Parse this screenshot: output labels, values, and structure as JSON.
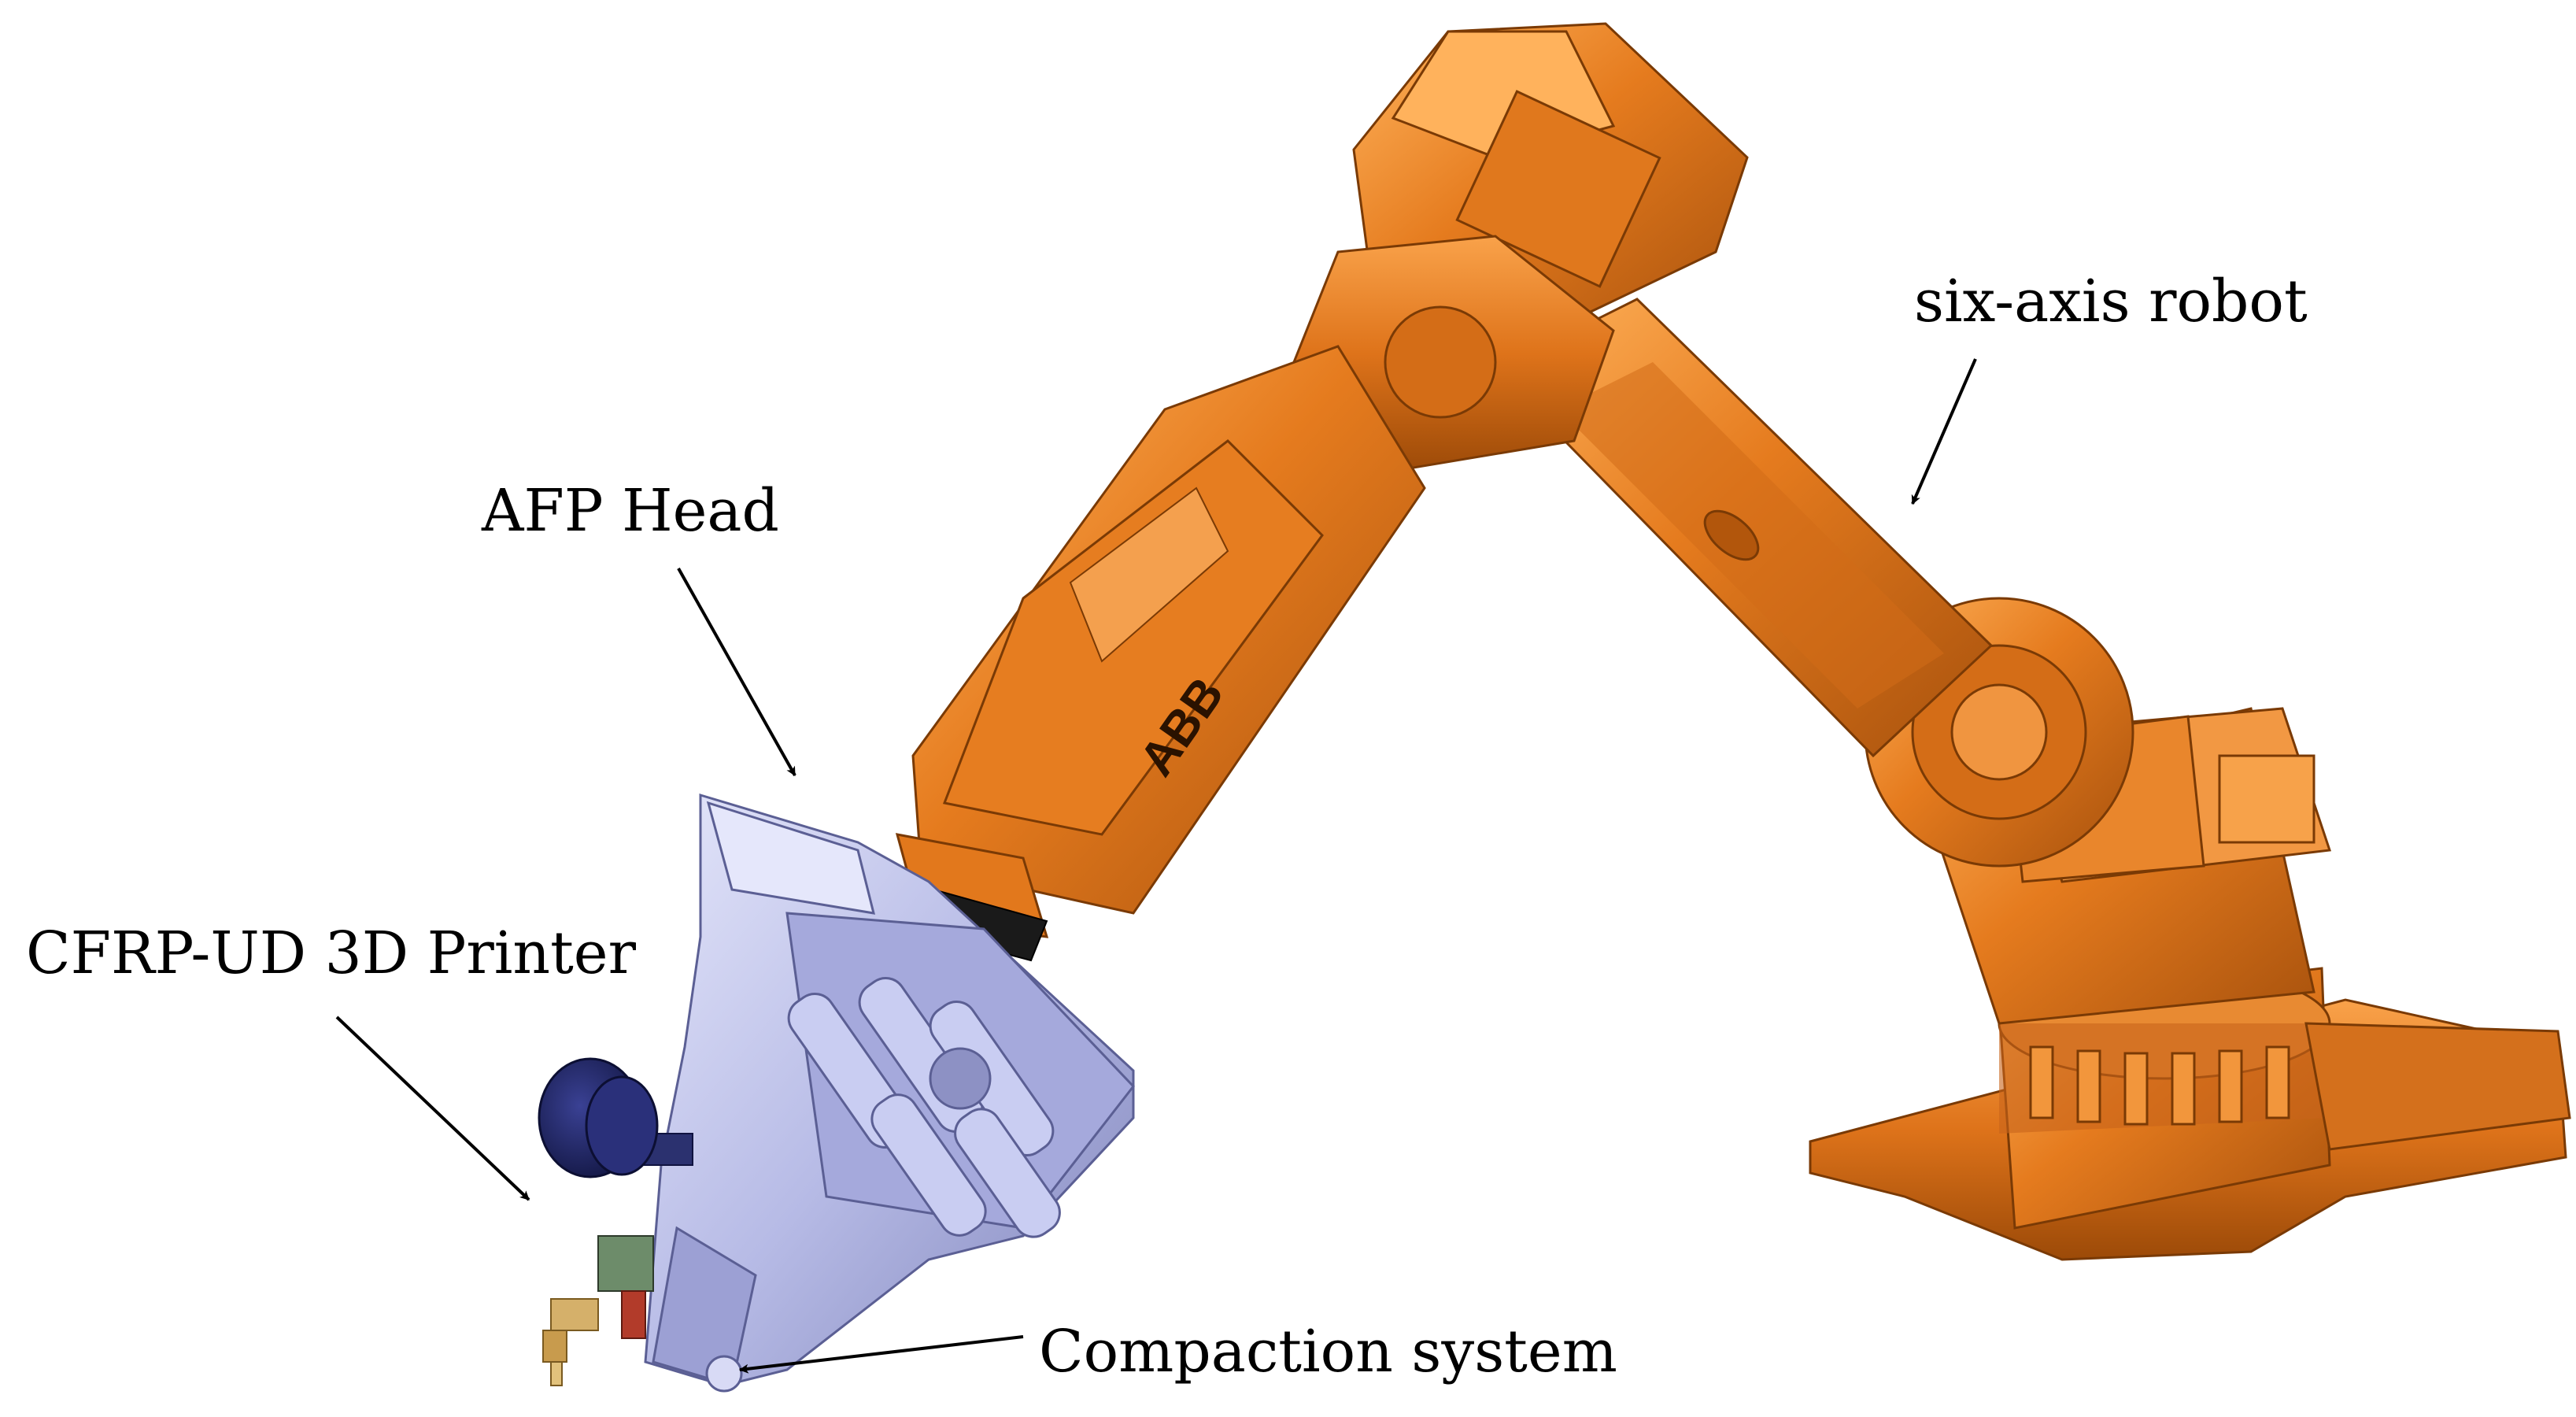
{
  "labels": {
    "six_axis_robot": "six-axis robot",
    "afp_head": "AFP Head",
    "cfrp_printer": "CFRP-UD 3D Printer",
    "compaction_system": "Compaction system"
  },
  "robot_brand": "ABB",
  "colors": {
    "robot_orange": "#e07a1f",
    "robot_orange_light": "#f7a24a",
    "robot_orange_dark": "#a04a0a",
    "afp_head_lavender": "#b9bde8",
    "afp_head_shadow": "#7d82b8",
    "spool_navy": "#1c2160",
    "arrow": "#000000"
  }
}
